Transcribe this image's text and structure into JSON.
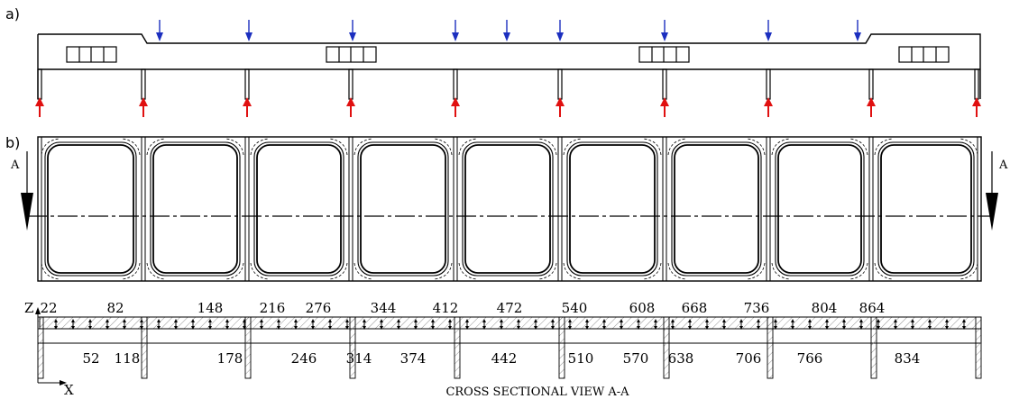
{
  "labels": {
    "part_a": "a)",
    "part_b": "b)",
    "section_left": "A",
    "section_right": "A",
    "axis_z": "Z",
    "axis_x": "X",
    "caption": "CROSS SECTIONAL VIEW A-A"
  },
  "arrow_colors": {
    "load": "#1c2fbf",
    "support": "#e01010"
  },
  "top_numbers": [
    "22",
    "82",
    "148",
    "216",
    "276",
    "344",
    "412",
    "472",
    "540",
    "608",
    "668",
    "736",
    "804",
    "864"
  ],
  "bottom_numbers": [
    "52",
    "118",
    "178",
    "246",
    "314",
    "374",
    "442",
    "510",
    "570",
    "638",
    "706",
    "766",
    "834"
  ]
}
